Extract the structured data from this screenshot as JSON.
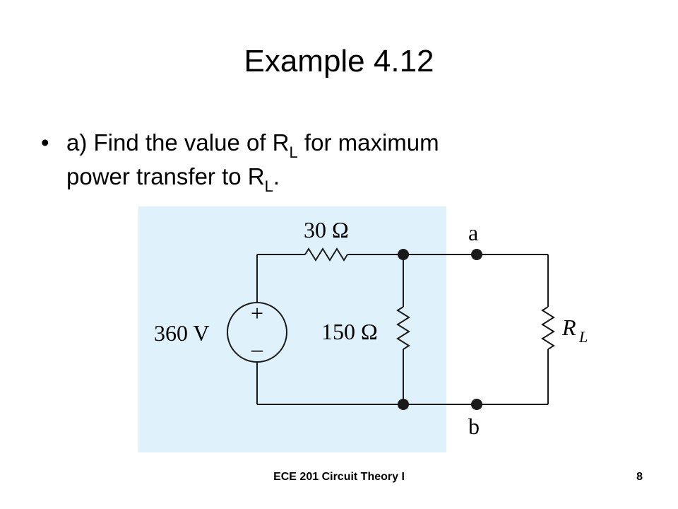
{
  "slide": {
    "title": "Example 4.12",
    "bullet": {
      "marker": "•",
      "line1_prefix": "a) Find the value of R",
      "line1_sub": "L",
      "line1_suffix": " for maximum",
      "line2_prefix": "power transfer to R",
      "line2_sub": "L",
      "line2_suffix": "."
    },
    "footer": {
      "course": "ECE 201 Circuit Theory I",
      "page": "8"
    }
  },
  "circuit": {
    "source_label": "360 V",
    "source_plus": "+",
    "source_minus": "–",
    "r_series_label": "30 Ω",
    "r_shunt_label": "150 Ω",
    "r_load_label": "R",
    "r_load_sub": "L",
    "terminal_a": "a",
    "terminal_b": "b",
    "colors": {
      "shaded_region": "#dff2fb",
      "wire": "#1a1a1a"
    }
  }
}
